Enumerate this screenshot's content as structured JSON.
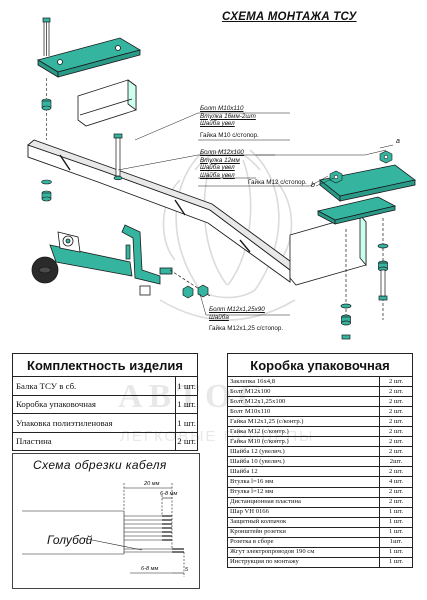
{
  "title": "СХЕМА МОНТАЖА ТСУ",
  "watermark": {
    "brand": "АВТОС",
    "tagline": "ЛЕГКОВЫЕ ПРИЦЕПЫ"
  },
  "callouts": {
    "top": {
      "bolt": "Болт М10х110",
      "bushing": "Втулка 16мм-2шт",
      "washer": "Шайба увел",
      "nut": "Гайка М10 с/стопор."
    },
    "middle": {
      "bolt": "Болт М12х100",
      "bushing": "Втулка 12мм",
      "washer1": "Шайба увел",
      "washer2": "Шайба увел",
      "nut": "Гайка М12 с/стопор."
    },
    "lower": {
      "bolt": "Болт М12х1,25х90",
      "washer": "Шайба",
      "nut": "Гайка М12х1,25 с/стопор."
    },
    "letter_a": "a",
    "letter_b": "b"
  },
  "kit": {
    "title": "Комплектность изделия",
    "rows": [
      {
        "name": "Балка ТСУ в сб.",
        "qty": "1 шт."
      },
      {
        "name": "Коробка упаковочная",
        "qty": "1 шт."
      },
      {
        "name": "Упаковка полиэтиленовая",
        "qty": "1 шт."
      },
      {
        "name": "Пластина",
        "qty": "2 шт."
      }
    ]
  },
  "box": {
    "title": "Коробка упаковочная",
    "rows": [
      {
        "name": "Заклепка 16х4,8",
        "qty": "2 шт."
      },
      {
        "name": "Болт М12х100",
        "qty": "2 шт."
      },
      {
        "name": "Болт М12х1,25х100",
        "qty": "2 шт."
      },
      {
        "name": "Болт М10х110",
        "qty": "2 шт."
      },
      {
        "name": "Гайка М12х1,25 (с/контр.)",
        "qty": "2 шт."
      },
      {
        "name": "Гайка М12 (с/контр.)",
        "qty": "2 шт."
      },
      {
        "name": "Гайка М10 (с/контр.)",
        "qty": "2 шт."
      },
      {
        "name": "Шайба 12 (увелич.)",
        "qty": "2 шт."
      },
      {
        "name": "Шайба 10 (увелич.)",
        "qty": "2шт."
      },
      {
        "name": "Шайба 12",
        "qty": "2 шт."
      },
      {
        "name": "Втулка l=16 мм",
        "qty": "4 шт."
      },
      {
        "name": "Втулка l=12 мм",
        "qty": "2 шт."
      },
      {
        "name": "Дистанционная пластина",
        "qty": "2 шт."
      },
      {
        "name": "Шар VH 0166",
        "qty": "1 шт."
      },
      {
        "name": "Защитный колпачок",
        "qty": "1 шт."
      },
      {
        "name": "Кронштейн розетки",
        "qty": "1 шт."
      },
      {
        "name": "Розетка в сборе",
        "qty": "1шт."
      },
      {
        "name": "Жгут электропроводов 190 см",
        "qty": "1 шт."
      },
      {
        "name": "Инструкция по монтажу",
        "qty": "1 шт."
      }
    ]
  },
  "cable": {
    "title": "Схема обрезки кабеля",
    "color": "Голубой",
    "dims": {
      "d20": "20 мм",
      "d6_8_top": "6-8 мм",
      "d6_8_bottom": "6-8 мм",
      "d5": "5"
    }
  },
  "colors": {
    "accent": "#35b5a0",
    "line": "#1a1a1a",
    "watermark": "#bdbdbd"
  }
}
